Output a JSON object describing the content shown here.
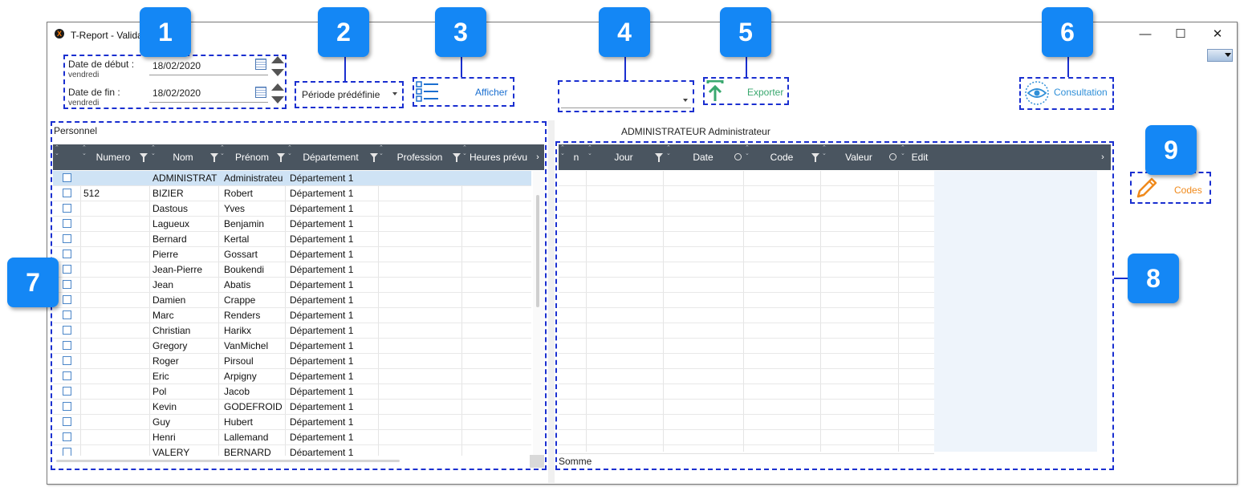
{
  "window": {
    "title": "T-Report - Valida    e humaine",
    "minimize": "—",
    "maximize": "☐",
    "close": "✕"
  },
  "callouts": [
    "1",
    "2",
    "3",
    "4",
    "5",
    "6",
    "7",
    "8",
    "9"
  ],
  "dates": {
    "start_label": "Date de début :",
    "start_value": "18/02/2020",
    "start_weekday": "vendredi",
    "end_label": "Date de fin :",
    "end_value": "18/02/2020",
    "end_weekday": "vendredi"
  },
  "period": {
    "label": "Période prédéfinie"
  },
  "toolbar": {
    "show_label": "Afficher",
    "export_label": "Exporter",
    "consult_label": "Consultation",
    "codes_label": "Codes"
  },
  "colors": {
    "accent_blue": "#1487f5",
    "callout_border": "#1a2fd0",
    "export_green": "#3aa86f",
    "consult_blue": "#2f8fd8",
    "codes_orange": "#f08a1c",
    "header_bg": "#4a5560",
    "selected_row": "#cfe3f5"
  },
  "personnel": {
    "title": "Personnel",
    "columns": [
      "Numero",
      "Nom",
      "Prénom",
      "Département",
      "Profession",
      "Heures prévu"
    ],
    "rows": [
      {
        "numero": "",
        "nom": "ADMINISTRAT",
        "prenom": "Administrateur",
        "dept": "Département 1",
        "selected": true
      },
      {
        "numero": "512",
        "nom": "BIZIER",
        "prenom": "Robert",
        "dept": "Département 1"
      },
      {
        "numero": "",
        "nom": "Dastous",
        "prenom": "Yves",
        "dept": "Département 1"
      },
      {
        "numero": "",
        "nom": "Lagueux",
        "prenom": "Benjamin",
        "dept": "Département 1"
      },
      {
        "numero": "",
        "nom": "Bernard",
        "prenom": "Kertal",
        "dept": "Département 1"
      },
      {
        "numero": "",
        "nom": "Pierre",
        "prenom": "Gossart",
        "dept": "Département 1"
      },
      {
        "numero": "",
        "nom": "Jean-Pierre",
        "prenom": "Boukendi",
        "dept": "Département 1"
      },
      {
        "numero": "",
        "nom": "Jean",
        "prenom": "Abatis",
        "dept": "Département 1"
      },
      {
        "numero": "",
        "nom": "Damien",
        "prenom": "Crappe",
        "dept": "Département 1"
      },
      {
        "numero": "",
        "nom": "Marc",
        "prenom": "Renders",
        "dept": "Département 1"
      },
      {
        "numero": "",
        "nom": "Christian",
        "prenom": "Harikx",
        "dept": "Département 1"
      },
      {
        "numero": "",
        "nom": "Gregory",
        "prenom": "VanMichel",
        "dept": "Département 1"
      },
      {
        "numero": "",
        "nom": "Roger",
        "prenom": "Pirsoul",
        "dept": "Département 1"
      },
      {
        "numero": "",
        "nom": "Eric",
        "prenom": "Arpigny",
        "dept": "Département 1"
      },
      {
        "numero": "",
        "nom": "Pol",
        "prenom": "Jacob",
        "dept": "Département 1"
      },
      {
        "numero": "",
        "nom": "Kevin",
        "prenom": "GODEFROID",
        "dept": "Département 1"
      },
      {
        "numero": "",
        "nom": "Guy",
        "prenom": "Hubert",
        "dept": "Département 1"
      },
      {
        "numero": "",
        "nom": "Henri",
        "prenom": "Lallemand",
        "dept": "Département 1"
      },
      {
        "numero": "",
        "nom": "VALERY",
        "prenom": "BERNARD",
        "dept": "Département 1"
      }
    ]
  },
  "detail": {
    "title": "ADMINISTRATEUR Administrateur",
    "columns": [
      "n",
      "Jour",
      "Date",
      "Code",
      "Valeur",
      "Edit"
    ],
    "sum_label": "Somme"
  }
}
